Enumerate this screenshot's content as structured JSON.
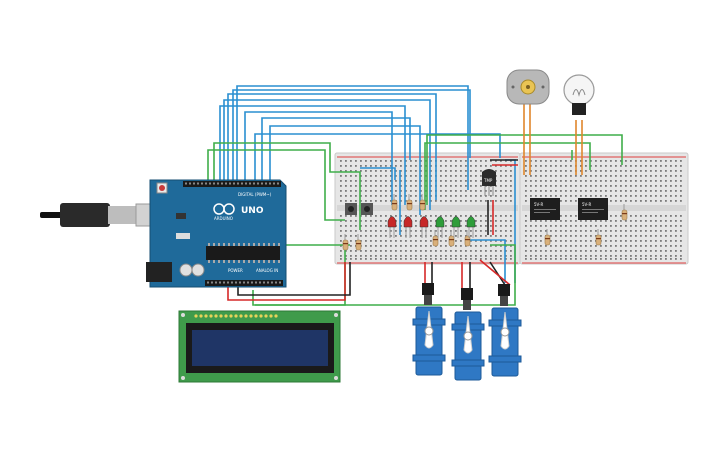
{
  "arduino": {
    "brand": "ARDUINO",
    "model": "UNO",
    "header_digital": "DIGITAL (PWM~)",
    "header_power": "POWER",
    "header_analog": "ANALOG IN",
    "board_color": "#1f6a9a"
  },
  "breadboards": {
    "count": 2,
    "body_color": "#e6e6e6"
  },
  "lcd": {
    "board_color": "#3f9b4b",
    "screen_color": "#1f3566"
  },
  "leds": {
    "red_count": 3,
    "green_count": 3,
    "red_color": "#c62828",
    "green_color": "#2e9d3a"
  },
  "relays": {
    "count": 2,
    "label_line1": "5V-R"
  },
  "servos": {
    "count": 3,
    "color": "#2f78c4"
  },
  "sensor": {
    "label": "TMP"
  },
  "motor": {
    "color": "#b8b8b8"
  },
  "bulb": {
    "color": "#f5f5f5"
  },
  "wire_colors": {
    "blue": "#2a8fd1",
    "green": "#3fae4a",
    "red": "#d62828",
    "black": "#222222",
    "orange": "#e0862b"
  }
}
